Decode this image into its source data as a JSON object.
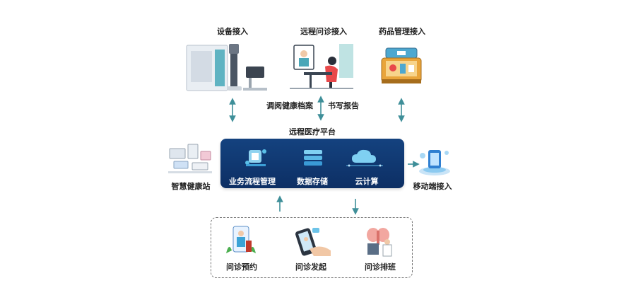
{
  "top": {
    "device_access": "设备接入",
    "remote_consult_access": "远程问诊接入",
    "drug_management_access": "药品管理接入"
  },
  "middle": {
    "view_health_records": "调阅健康档案",
    "write_report": "书写报告",
    "platform_title": "远程医疗平台"
  },
  "platform": {
    "business_process": "业务流程管理",
    "data_storage": "数据存储",
    "cloud_computing": "云计算"
  },
  "sides": {
    "smart_health_station": "智慧健康站",
    "mobile_access": "移动端接入"
  },
  "bottom": {
    "consult_booking": "问诊预约",
    "consult_initiate": "问诊发起",
    "consult_schedule": "问诊排班"
  },
  "colors": {
    "arrow": "#3f8f99",
    "platform_bg": "#14427f",
    "platform_text": "#ffffff"
  }
}
